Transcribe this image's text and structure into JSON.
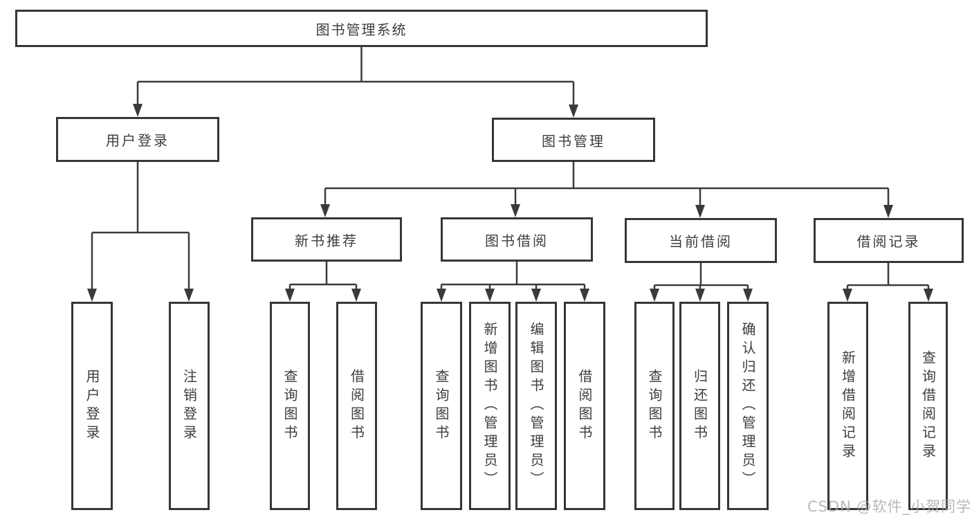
{
  "tree": {
    "label": "图书管理系统",
    "children": [
      {
        "label": "用户登录",
        "children": [
          {
            "label": "用户登录"
          },
          {
            "label": "注销登录"
          }
        ]
      },
      {
        "label": "图书管理",
        "children": [
          {
            "label": "新书推荐",
            "children": [
              {
                "label": "查询图书"
              },
              {
                "label": "借阅图书"
              }
            ]
          },
          {
            "label": "图书借阅",
            "children": [
              {
                "label": "查询图书"
              },
              {
                "label": "新增图书（管理员）"
              },
              {
                "label": "编辑图书（管理员）"
              },
              {
                "label": "借阅图书"
              }
            ]
          },
          {
            "label": "当前借阅",
            "children": [
              {
                "label": "查询图书"
              },
              {
                "label": "归还图书"
              },
              {
                "label": "确认归还（管理员）"
              }
            ]
          },
          {
            "label": "借阅记录",
            "children": [
              {
                "label": "新增借阅记录"
              },
              {
                "label": "查询借阅记录"
              }
            ]
          }
        ]
      }
    ]
  },
  "watermark": {
    "text": "CSDN @软件_小贺同学"
  },
  "colors": {
    "line": "#3a3a3a",
    "box_border": "#363636",
    "text": "#3d3d3d",
    "watermark": "#a8a8a8",
    "background": "#ffffff"
  }
}
